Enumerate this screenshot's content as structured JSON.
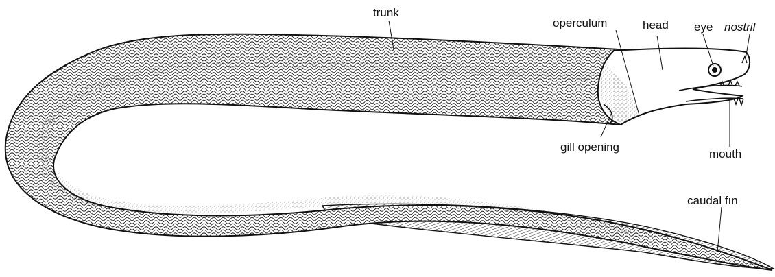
{
  "labels": {
    "trunk": "trunk",
    "operculum": "operculum",
    "head": "head",
    "eye": "eye",
    "nostril": "nostril",
    "gill_opening": "gill  opening",
    "mouth": "mouth",
    "caudal_fin": "caudal  fın"
  },
  "colors": {
    "ink": "#111111",
    "paper": "#ffffff"
  }
}
